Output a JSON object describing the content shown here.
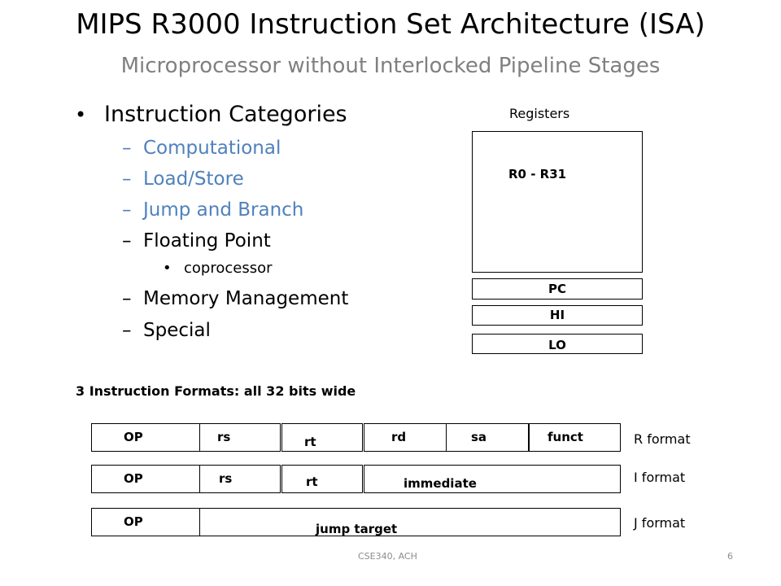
{
  "slide": {
    "title": "MIPS R3000 Instruction Set Architecture (ISA)",
    "subtitle": "Microprocessor without Interlocked Pipeline Stages"
  },
  "bullets": {
    "main": "Instruction Categories",
    "categories": [
      {
        "label": "Computational",
        "color": "#4f81bd"
      },
      {
        "label": "Load/Store",
        "color": "#4f81bd"
      },
      {
        "label": "Jump and Branch",
        "color": "#4f81bd"
      },
      {
        "label": "Floating Point",
        "color": "#000000"
      },
      {
        "label": "Memory Management",
        "color": "#000000"
      },
      {
        "label": "Special",
        "color": "#000000"
      }
    ],
    "fp_sub": "coprocessor",
    "dash": "–",
    "dot": "•"
  },
  "registers": {
    "title": "Registers",
    "file": "R0 - R31",
    "pc": "PC",
    "hi": "HI",
    "lo": "LO"
  },
  "formats": {
    "heading": "3 Instruction Formats: all 32 bits wide",
    "r": {
      "name": "R format",
      "fields": [
        "OP",
        "rs",
        "rt",
        "rd",
        "sa",
        "funct"
      ]
    },
    "i": {
      "name": "I format",
      "fields": [
        "OP",
        "rs",
        "rt",
        "immediate"
      ]
    },
    "j": {
      "name": "J format",
      "fields": [
        "OP",
        "jump target"
      ]
    }
  },
  "footer": {
    "course": "CSE340, ACH",
    "page": "6"
  }
}
